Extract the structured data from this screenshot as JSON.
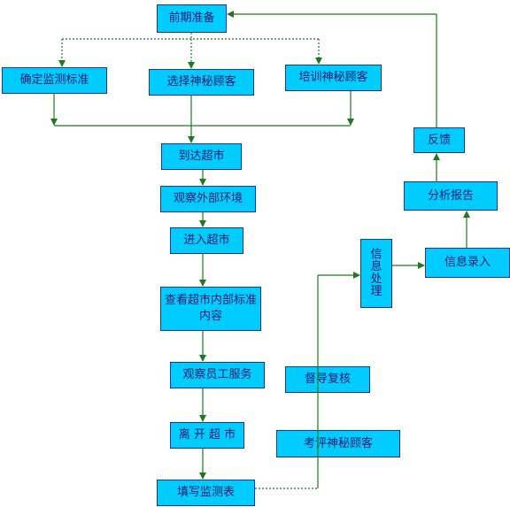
{
  "nodes": {
    "prep": "前期准备",
    "standard": "确定监测标准",
    "select": "选择神秘顾客",
    "train": "培训神秘顾客",
    "arrive": "到达超市",
    "observe_exterior": "观察外部环境",
    "enter": "进入超市",
    "check_interior": "查看超市内部标准内容",
    "observe_staff": "观察员工服务",
    "leave": "离 开 超 市",
    "fill_form": "填写监测表",
    "supervise": "督导复核",
    "evaluate": "考评神秘顾客",
    "process": "信息处理",
    "input": "信息录入",
    "analysis": "分析报告",
    "feedback": "反馈"
  },
  "colors": {
    "box_fill": "#00ccff",
    "box_border": "#0b3a8a",
    "text": "#1a1a6e",
    "arrow": "#1e7a1e"
  }
}
